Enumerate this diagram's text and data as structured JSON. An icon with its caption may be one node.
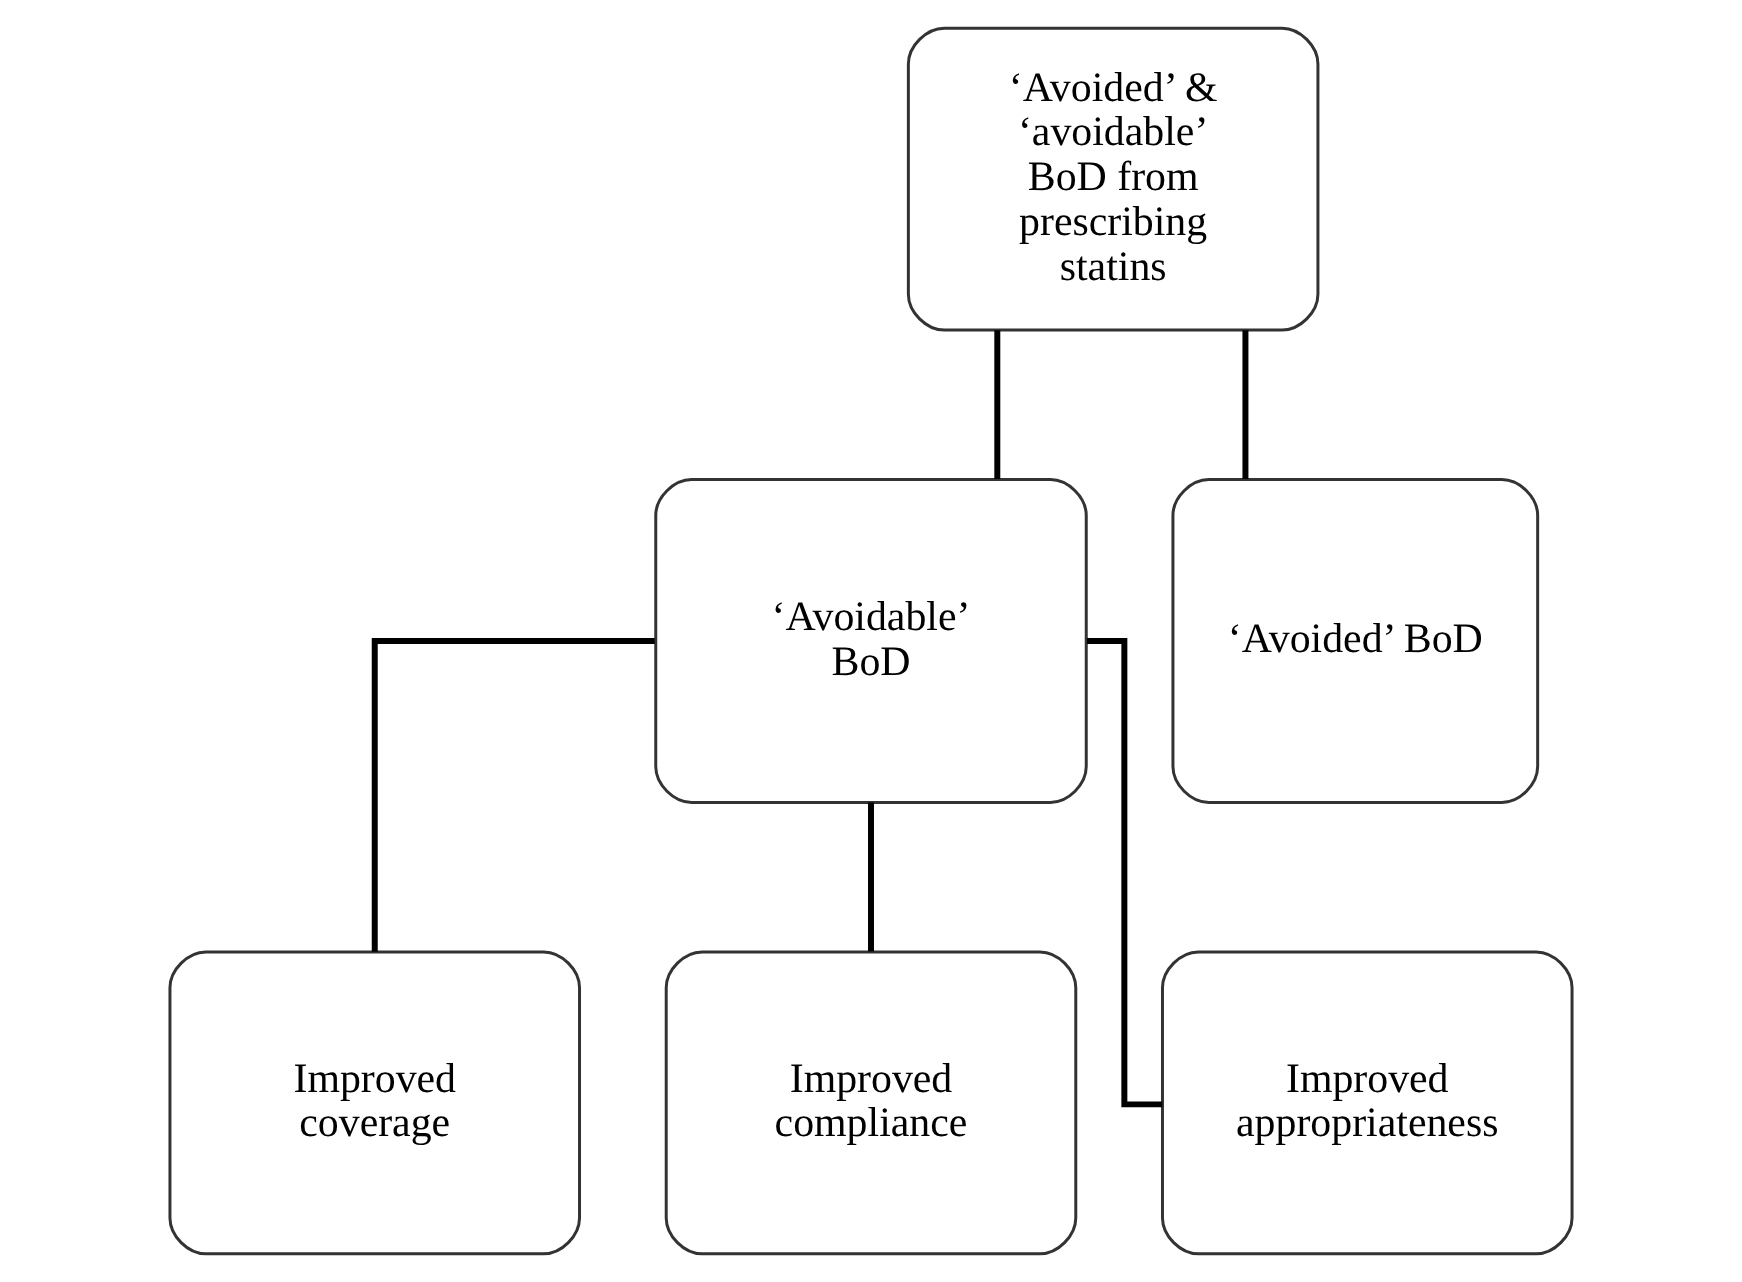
{
  "diagram": {
    "nodes": [
      {
        "text": [
          "‘Avoided’ & ‘avoidable’ BoD from prescribing statins"
        ]
      },
      {
        "text": [
          "‘Avoidable’ BoD"
        ]
      },
      {
        "text": [
          "‘Avoided’ BoD"
        ]
      },
      {
        "text": [
          "Improved coverage"
        ]
      },
      {
        "text": [
          "Improved compliance"
        ]
      },
      {
        "text": [
          "Improved appropriateness"
        ]
      }
    ],
    "edges": [
      {
        "from": 0,
        "to": 1,
        "arrow": "none"
      },
      {
        "from": 0,
        "to": 2,
        "arrow": "none"
      },
      {
        "from": 1,
        "to": 3,
        "arrow": "none"
      },
      {
        "from": 1,
        "to": 4,
        "arrow": "none"
      },
      {
        "from": 1,
        "to": 5,
        "arrow": "none"
      }
    ]
  }
}
